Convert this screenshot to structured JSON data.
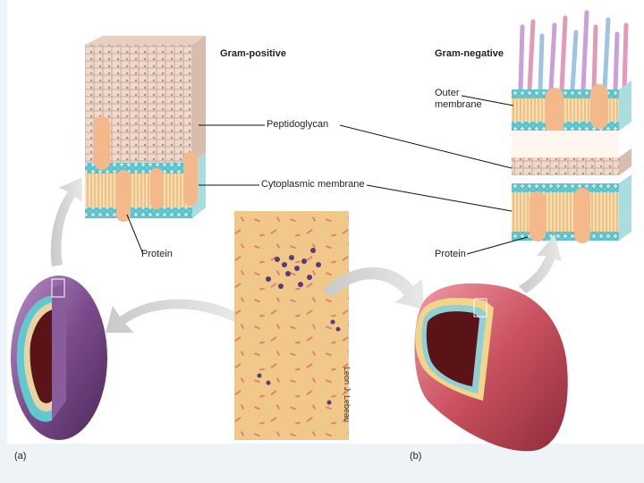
{
  "labels": {
    "gram_positive": "Gram-positive",
    "gram_negative": "Gram-negative",
    "peptidoglycan": "Peptidoglycan",
    "cytoplasmic_membrane": "Cytoplasmic membrane",
    "protein_left": "Protein",
    "protein_right": "Protein",
    "outer_membrane": "Outer membrane",
    "panel_a": "(a)",
    "panel_b": "(b)",
    "photo_credit": "Leon J. Lebeau"
  },
  "colors": {
    "peptidoglycan": "#e9d3c6",
    "membrane_heads": "#5fc9cf",
    "membrane_tails": "#f2c88c",
    "protein": "#f4b98a",
    "cell_gram_positive": "#7b4a8c",
    "cell_gram_negative": "#c9505f",
    "micrograph_bg": "#f0c98a",
    "lipopolysaccharide": "#c9a0d8"
  }
}
